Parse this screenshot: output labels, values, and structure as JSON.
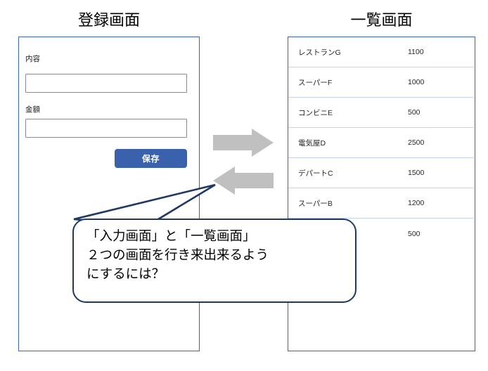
{
  "panels": {
    "form": {
      "title": "登録画面",
      "fields": [
        {
          "label": "内容",
          "value": "",
          "placeholder": ""
        },
        {
          "label": "金額",
          "value": "",
          "placeholder": ""
        }
      ],
      "save_label": "保存"
    },
    "list": {
      "title": "一覧画面",
      "rows": [
        {
          "name": "レストランG",
          "amount": "1100"
        },
        {
          "name": "スーパーF",
          "amount": "1000"
        },
        {
          "name": "コンビニE",
          "amount": "500"
        },
        {
          "name": "電気屋D",
          "amount": "2500"
        },
        {
          "name": "デパートC",
          "amount": "1500"
        },
        {
          "name": "スーパーB",
          "amount": "1200"
        },
        {
          "name": "",
          "amount": "500"
        }
      ]
    }
  },
  "arrows": {
    "right": "arrow-right-icon",
    "left": "arrow-left-icon",
    "color": "#C0C0C0"
  },
  "callout": {
    "lines": [
      "「入力画面」と「一覧画面」",
      "２つの画面を行き来出来るよう",
      "にするには？"
    ],
    "border_color": "#1F3864"
  },
  "colors": {
    "panel_border": "#3A63BA",
    "input_border": "#7B8CC4",
    "save_button": "#3A62AC",
    "row_divider": "#C3D4EA",
    "arrow_gray": "#C0C0C0",
    "bubble_border": "#1F3864"
  }
}
